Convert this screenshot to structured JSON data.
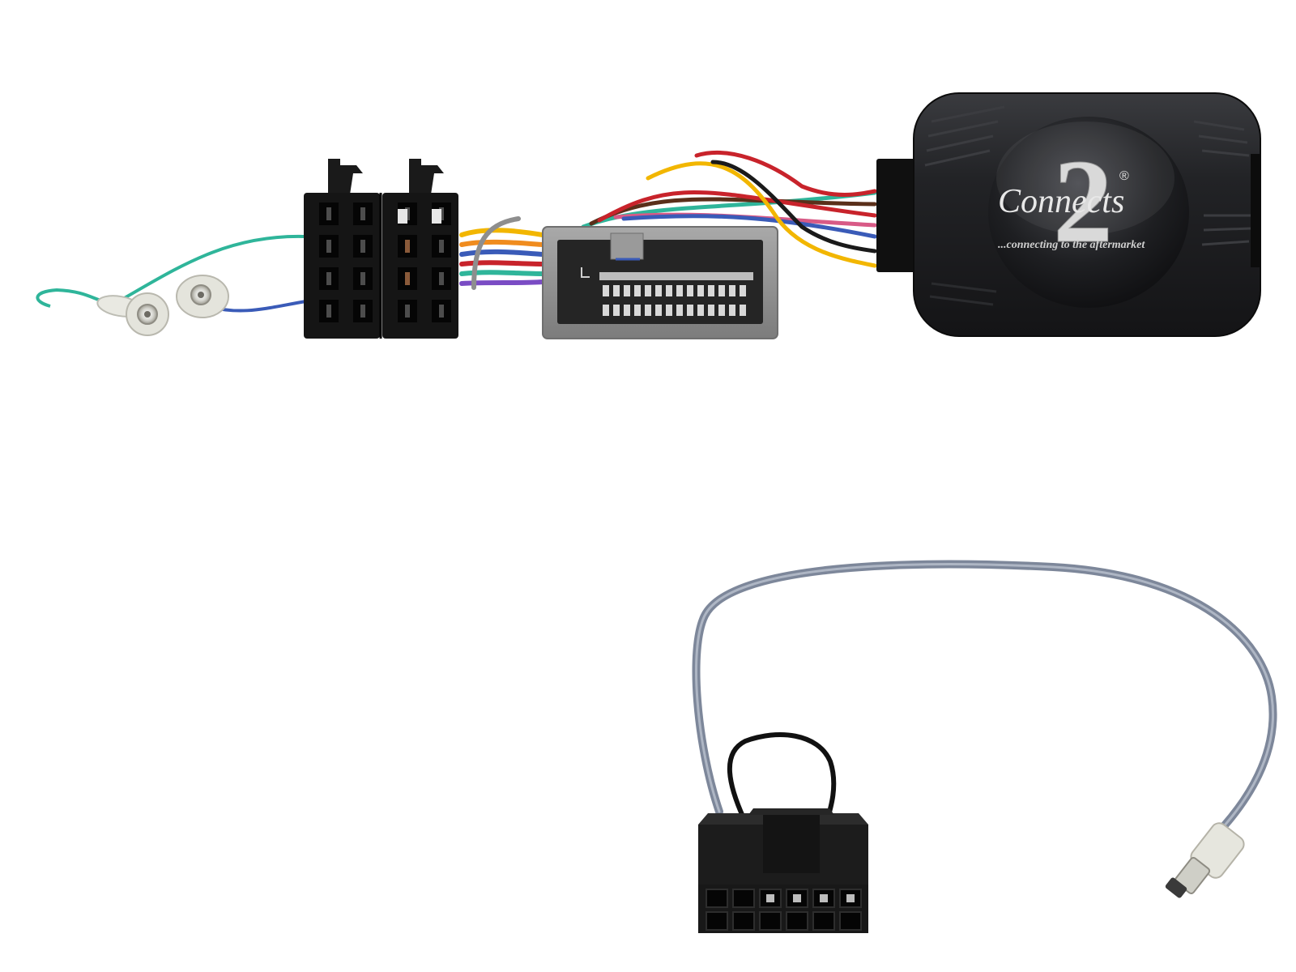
{
  "brand": {
    "logo_text": "Connects",
    "logo_digit": "2",
    "registered_mark": "®",
    "tagline": "...connecting to the aftermarket"
  },
  "colors": {
    "background": "#ffffff",
    "module_body": "#1e1f22",
    "connector_black": "#151515",
    "connector_grey": "#8e8e8e",
    "wire_green": "#2fb59a",
    "wire_blue": "#3a5bb8",
    "wire_red": "#c8232b",
    "wire_yellow": "#f2b600",
    "wire_orange": "#f08c1e",
    "wire_brown": "#5a2f1a",
    "wire_black": "#1a1a1a",
    "wire_violet": "#7a4cc4",
    "wire_pink": "#d85a86",
    "lead_grey": "#8d98aa"
  }
}
